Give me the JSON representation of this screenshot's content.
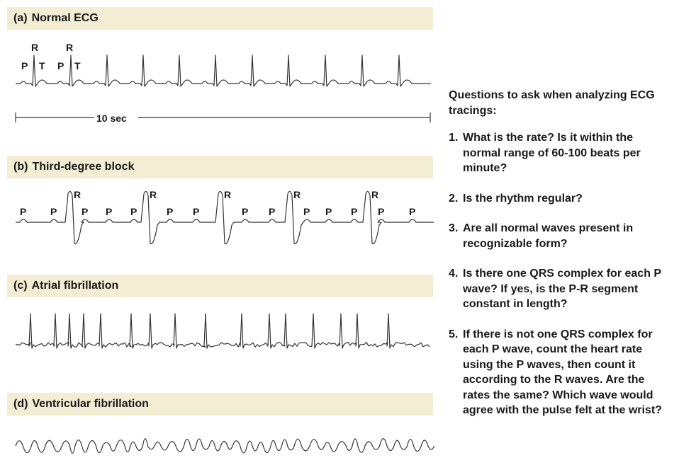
{
  "panels": [
    {
      "letter": "(a)",
      "title": "Normal ECG"
    },
    {
      "letter": "(b)",
      "title": "Third-degree block"
    },
    {
      "letter": "(c)",
      "title": "Atrial fibrillation"
    },
    {
      "letter": "(d)",
      "title": "Ventricular fibrillation"
    }
  ],
  "labels": {
    "R": "R",
    "P": "P",
    "T": "T"
  },
  "scale_label": "10 sec",
  "questions": {
    "title": "Questions to ask when analyzing ECG tracings:",
    "items": [
      {
        "num": "1.",
        "text": "What is the rate? Is it within the normal range of 60-100 beats per minute?"
      },
      {
        "num": "2.",
        "text": "Is the rhythm regular?"
      },
      {
        "num": "3.",
        "text": "Are all normal waves present in recognizable form?"
      },
      {
        "num": "4.",
        "text": "Is there one QRS complex for each P wave? If yes, is the P-R segment constant in length?"
      },
      {
        "num": "5.",
        "text": "If there is not one QRS complex for each P wave, count the heart rate using the P waves, then count it according to the R waves. Are the rates the same? Which wave would agree with the pulse felt at the wrist?"
      }
    ]
  },
  "colors": {
    "header_bg": "#f3edd3",
    "trace": "#333333"
  }
}
